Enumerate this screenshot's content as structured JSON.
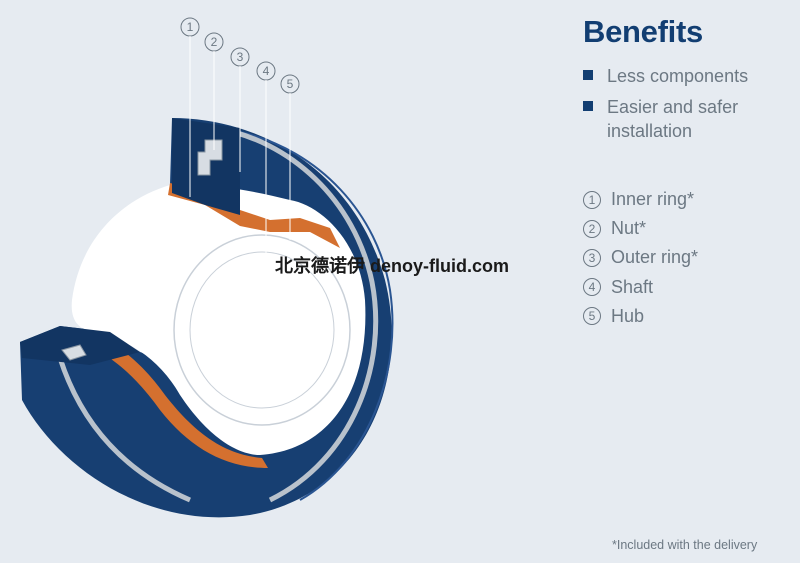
{
  "benefits": {
    "title": "Benefits",
    "items": [
      "Less components",
      "Easier and safer installation"
    ]
  },
  "legend": [
    {
      "num": "1",
      "label": "Inner ring*"
    },
    {
      "num": "2",
      "label": "Nut*"
    },
    {
      "num": "3",
      "label": "Outer ring*"
    },
    {
      "num": "4",
      "label": "Shaft"
    },
    {
      "num": "5",
      "label": "Hub"
    }
  ],
  "footnote": "*Included with the delivery",
  "watermark": "北京德诺伊 denoy-fluid.com",
  "colors": {
    "background": "#e6ebf1",
    "title": "#123e72",
    "bullet": "#123e72",
    "hub": "#173f72",
    "inner_ring": "#d4702f",
    "shaft": "#ffffff",
    "text": "#6c7883"
  }
}
